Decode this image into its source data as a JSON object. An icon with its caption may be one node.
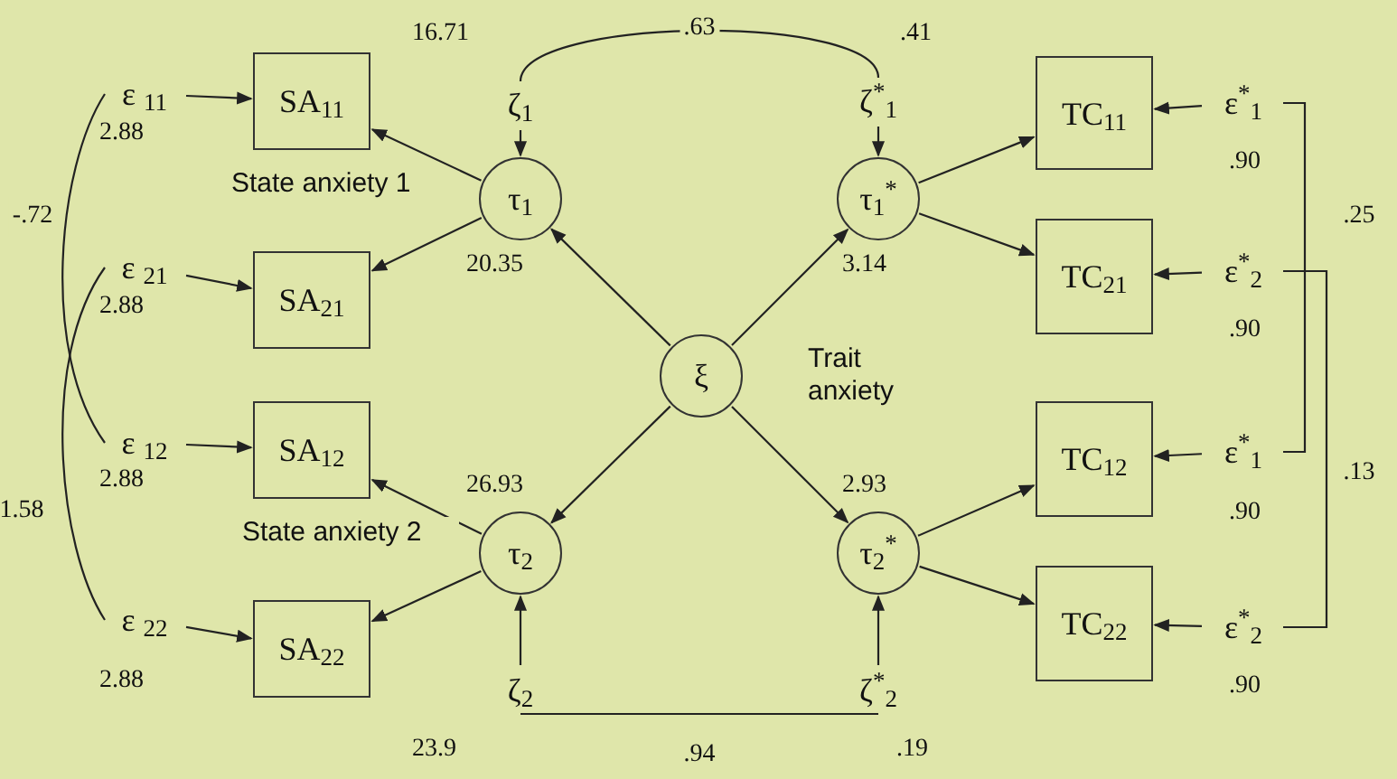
{
  "diagram": {
    "nodes": [
      {
        "text": [
          "ε $_{11}$"
        ],
        "beside": [
          "2.88"
        ]
      },
      {
        "text": [
          "SA$_{11}$"
        ]
      },
      {
        "text": [
          "ζ$_{1}$"
        ],
        "beside": [
          "16.71"
        ]
      },
      {
        "text": [
          "ζ$^{*}$$_{1}$"
        ],
        "beside": [
          ".41"
        ]
      },
      {
        "text": [
          "TC$_{11}$"
        ]
      },
      {
        "text": [
          "ε$^{*}$$_{1}$"
        ],
        "beside": [
          ".90"
        ]
      },
      {
        "text": [
          "τ$_{1}$"
        ],
        "beside": [
          "20.35"
        ]
      },
      {
        "text": [
          "τ$_{1}$$^{*}$"
        ],
        "beside": [
          "3.14"
        ]
      },
      {
        "text": [
          "ε $_{21}$"
        ],
        "beside": [
          "2.88"
        ]
      },
      {
        "text": [
          "SA$_{21}$"
        ]
      },
      {
        "text": [
          "TC$_{21}$"
        ]
      },
      {
        "text": [
          "ε$^{*}$$_{2}$"
        ],
        "beside": [
          ".90"
        ]
      },
      {
        "text": [
          "ξ"
        ]
      },
      {
        "text": [
          "ε $_{12}$"
        ],
        "beside": [
          "2.88"
        ]
      },
      {
        "text": [
          "SA$_{12}$"
        ]
      },
      {
        "text": [
          "TC$_{12}$"
        ]
      },
      {
        "text": [
          "ε$^{*}$$_{1}$"
        ],
        "beside": [
          ".90"
        ]
      },
      {
        "text": [
          "τ$_{2}$"
        ],
        "beside": [
          "26.93"
        ]
      },
      {
        "text": [
          "τ$_{2}$$^{*}$"
        ],
        "beside": [
          "2.93"
        ]
      },
      {
        "text": [
          "ε $_{22}$"
        ],
        "beside": [
          "2.88"
        ]
      },
      {
        "text": [
          "SA$_{22}$"
        ]
      },
      {
        "text": [
          "TC$_{22}$"
        ]
      },
      {
        "text": [
          "ε$^{*}$$_{2}$"
        ],
        "beside": [
          ".90"
        ]
      },
      {
        "text": [
          "ζ$_{2}$"
        ],
        "beside": [
          "23.9"
        ]
      },
      {
        "text": [
          "ζ$^{*}$$_{2}$"
        ],
        "beside": [
          ".19"
        ]
      }
    ],
    "edges": [
      {
        "from": 0,
        "to": 1,
        "arrow": "to"
      },
      {
        "from": 2,
        "to": 6,
        "arrow": "to"
      },
      {
        "from": 6,
        "to": 1,
        "arrow": "to"
      },
      {
        "from": 6,
        "to": 9,
        "arrow": "to"
      },
      {
        "from": 12,
        "to": 6,
        "arrow": "to"
      },
      {
        "from": 12,
        "to": 7,
        "arrow": "to"
      },
      {
        "from": 3,
        "to": 7,
        "arrow": "to"
      },
      {
        "from": 7,
        "to": 4,
        "arrow": "to"
      },
      {
        "from": 7,
        "to": 10,
        "arrow": "to"
      },
      {
        "from": 5,
        "to": 4,
        "arrow": "to"
      },
      {
        "from": 8,
        "to": 9,
        "arrow": "to"
      },
      {
        "from": 11,
        "to": 10,
        "arrow": "to"
      },
      {
        "from": 12,
        "to": 17,
        "arrow": "to"
      },
      {
        "from": 12,
        "to": 18,
        "arrow": "to"
      },
      {
        "from": 13,
        "to": 14,
        "arrow": "to"
      },
      {
        "from": 16,
        "to": 15,
        "arrow": "to"
      },
      {
        "from": 17,
        "to": 14,
        "arrow": "to"
      },
      {
        "from": 17,
        "to": 20,
        "arrow": "to"
      },
      {
        "from": 18,
        "to": 15,
        "arrow": "to"
      },
      {
        "from": 18,
        "to": 21,
        "arrow": "to"
      },
      {
        "from": 19,
        "to": 20,
        "arrow": "to"
      },
      {
        "from": 22,
        "to": 21,
        "arrow": "to"
      },
      {
        "from": 23,
        "to": 17,
        "arrow": "to"
      },
      {
        "from": 24,
        "to": 18,
        "arrow": "to"
      },
      {
        "from": 2,
        "to": 3,
        "arrow": "none",
        "label": ".63"
      },
      {
        "from": 23,
        "to": 24,
        "arrow": "none",
        "label": ".94"
      },
      {
        "from": 0,
        "to": 13,
        "arrow": "none",
        "label": "-.72"
      },
      {
        "from": 8,
        "to": 19,
        "arrow": "none",
        "label": "1.58"
      },
      {
        "from": 5,
        "to": 16,
        "arrow": "none",
        "label": ".25"
      },
      {
        "from": 11,
        "to": 22,
        "arrow": "none",
        "label": ".13"
      }
    ],
    "labels": [
      "State anxiety 1",
      "Trait anxiety",
      "State anxiety 2"
    ]
  }
}
